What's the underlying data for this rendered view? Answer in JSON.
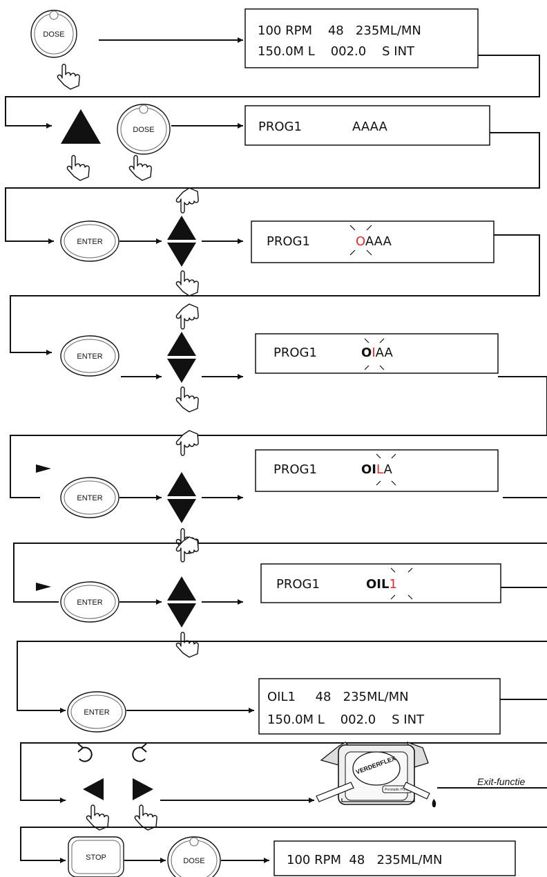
{
  "buttons": {
    "dose": "DOSE",
    "enter": "ENTER",
    "stop": "STOP"
  },
  "displays": {
    "d1": {
      "line1": "100 RPM    48   235ML/MN",
      "line2": "150.0M L    002.0    S INT"
    },
    "d2": {
      "prog": "PROG1",
      "code": "AAAA"
    },
    "d3": {
      "prog": "PROG1",
      "cur": "O",
      "rest": "AAA"
    },
    "d4": {
      "prog": "PROG1",
      "done": "O",
      "cur": "I",
      "rest": "AA"
    },
    "d5": {
      "prog": "PROG1",
      "done": "OI",
      "cur": "L",
      "rest": "A"
    },
    "d6": {
      "prog": "PROG1",
      "done": "OIL",
      "cur": "1"
    },
    "d7": {
      "line1": "OIL1     48   235ML/MN",
      "line2": "150.0M L    002.0    S INT"
    },
    "d8": {
      "line1": "100 RPM  48   235ML/MN"
    }
  },
  "pump": {
    "brand": "VERDERFLEX",
    "label": "Peristaltic Pump"
  },
  "exit_label": "Exit-functie",
  "icons": [
    "dose-button",
    "enter-button",
    "stop-button",
    "up-arrow",
    "down-arrow",
    "left-arrow",
    "right-arrow",
    "hand-press-icon",
    "rotate-ccw-icon",
    "rotate-cw-icon",
    "drop-icon",
    "pump-illustration"
  ]
}
